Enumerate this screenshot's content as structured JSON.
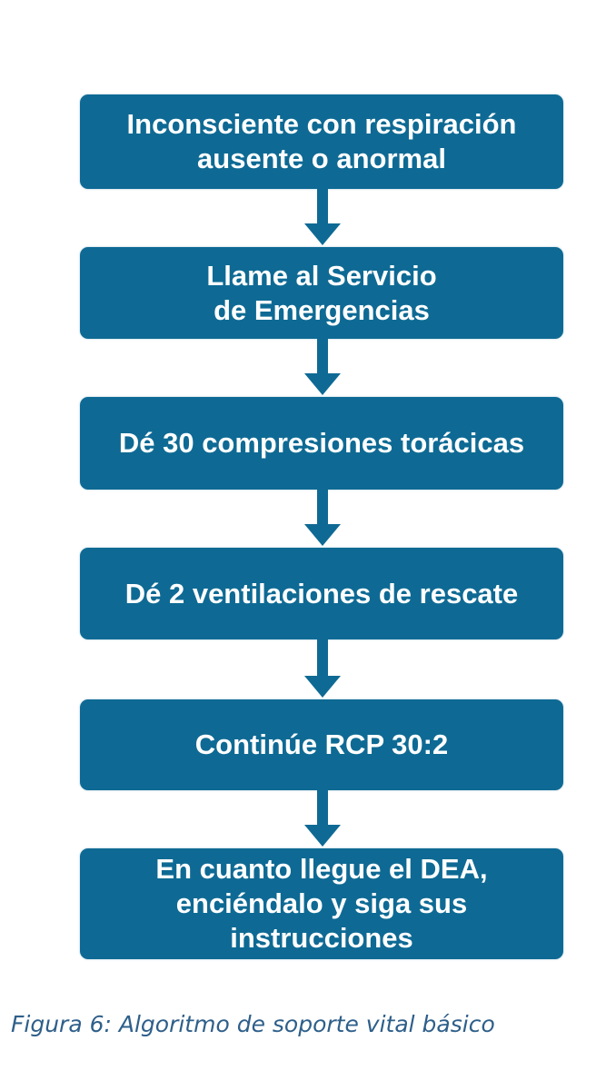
{
  "steps": [
    {
      "lines": [
        "Inconsciente con respiración",
        "ausente o anormal"
      ]
    },
    {
      "lines": [
        "Llame al Servicio",
        "de Emergencias"
      ]
    },
    {
      "lines": [
        "Dé 30 compresiones torácicas"
      ]
    },
    {
      "lines": [
        "Dé 2 ventilaciones de rescate"
      ]
    },
    {
      "lines": [
        "Continúe RCP 30:2"
      ]
    },
    {
      "lines": [
        "En cuanto llegue el DEA,",
        "enciéndalo y siga sus",
        "instrucciones"
      ]
    }
  ],
  "caption": "Figura 6: Algoritmo de soporte vital básico",
  "colors": {
    "box": "#0e6a94",
    "arrow": "#0e6a94",
    "box_text": "#ffffff",
    "caption": "#2e5f8a"
  },
  "icons": {
    "connector": "down-arrow-icon"
  }
}
